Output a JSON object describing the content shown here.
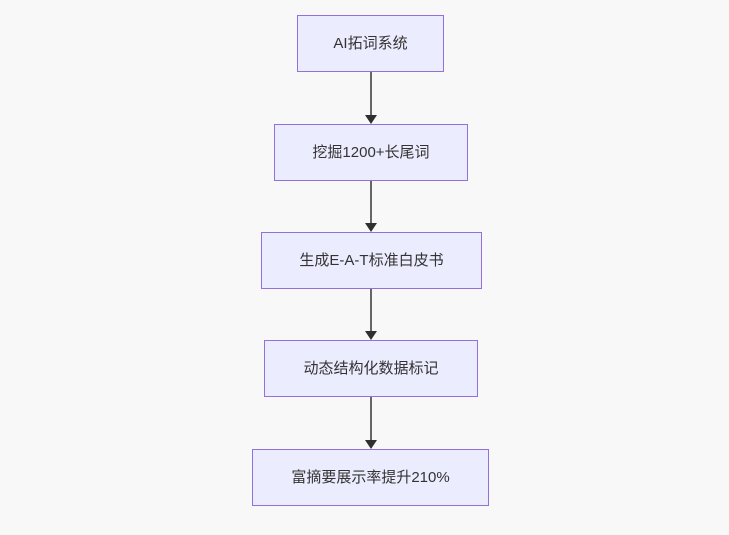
{
  "diagram": {
    "type": "flowchart",
    "direction": "top-down",
    "nodes": [
      {
        "id": "A",
        "label": "AI拓词系统"
      },
      {
        "id": "B",
        "label": "挖掘1200+长尾词"
      },
      {
        "id": "C",
        "label": "生成E-A-T标准白皮书"
      },
      {
        "id": "D",
        "label": "动态结构化数据标记"
      },
      {
        "id": "E",
        "label": "富摘要展示率提升210%"
      }
    ],
    "edges": [
      {
        "from": "A",
        "to": "B"
      },
      {
        "from": "B",
        "to": "C"
      },
      {
        "from": "C",
        "to": "D"
      },
      {
        "from": "D",
        "to": "E"
      }
    ],
    "colors": {
      "background": "#f8f8f8",
      "node_fill": "#ececff",
      "node_border": "#9370db",
      "node_text": "#333333",
      "edge_line": "#666666",
      "arrowhead": "#2f2f2f"
    }
  }
}
